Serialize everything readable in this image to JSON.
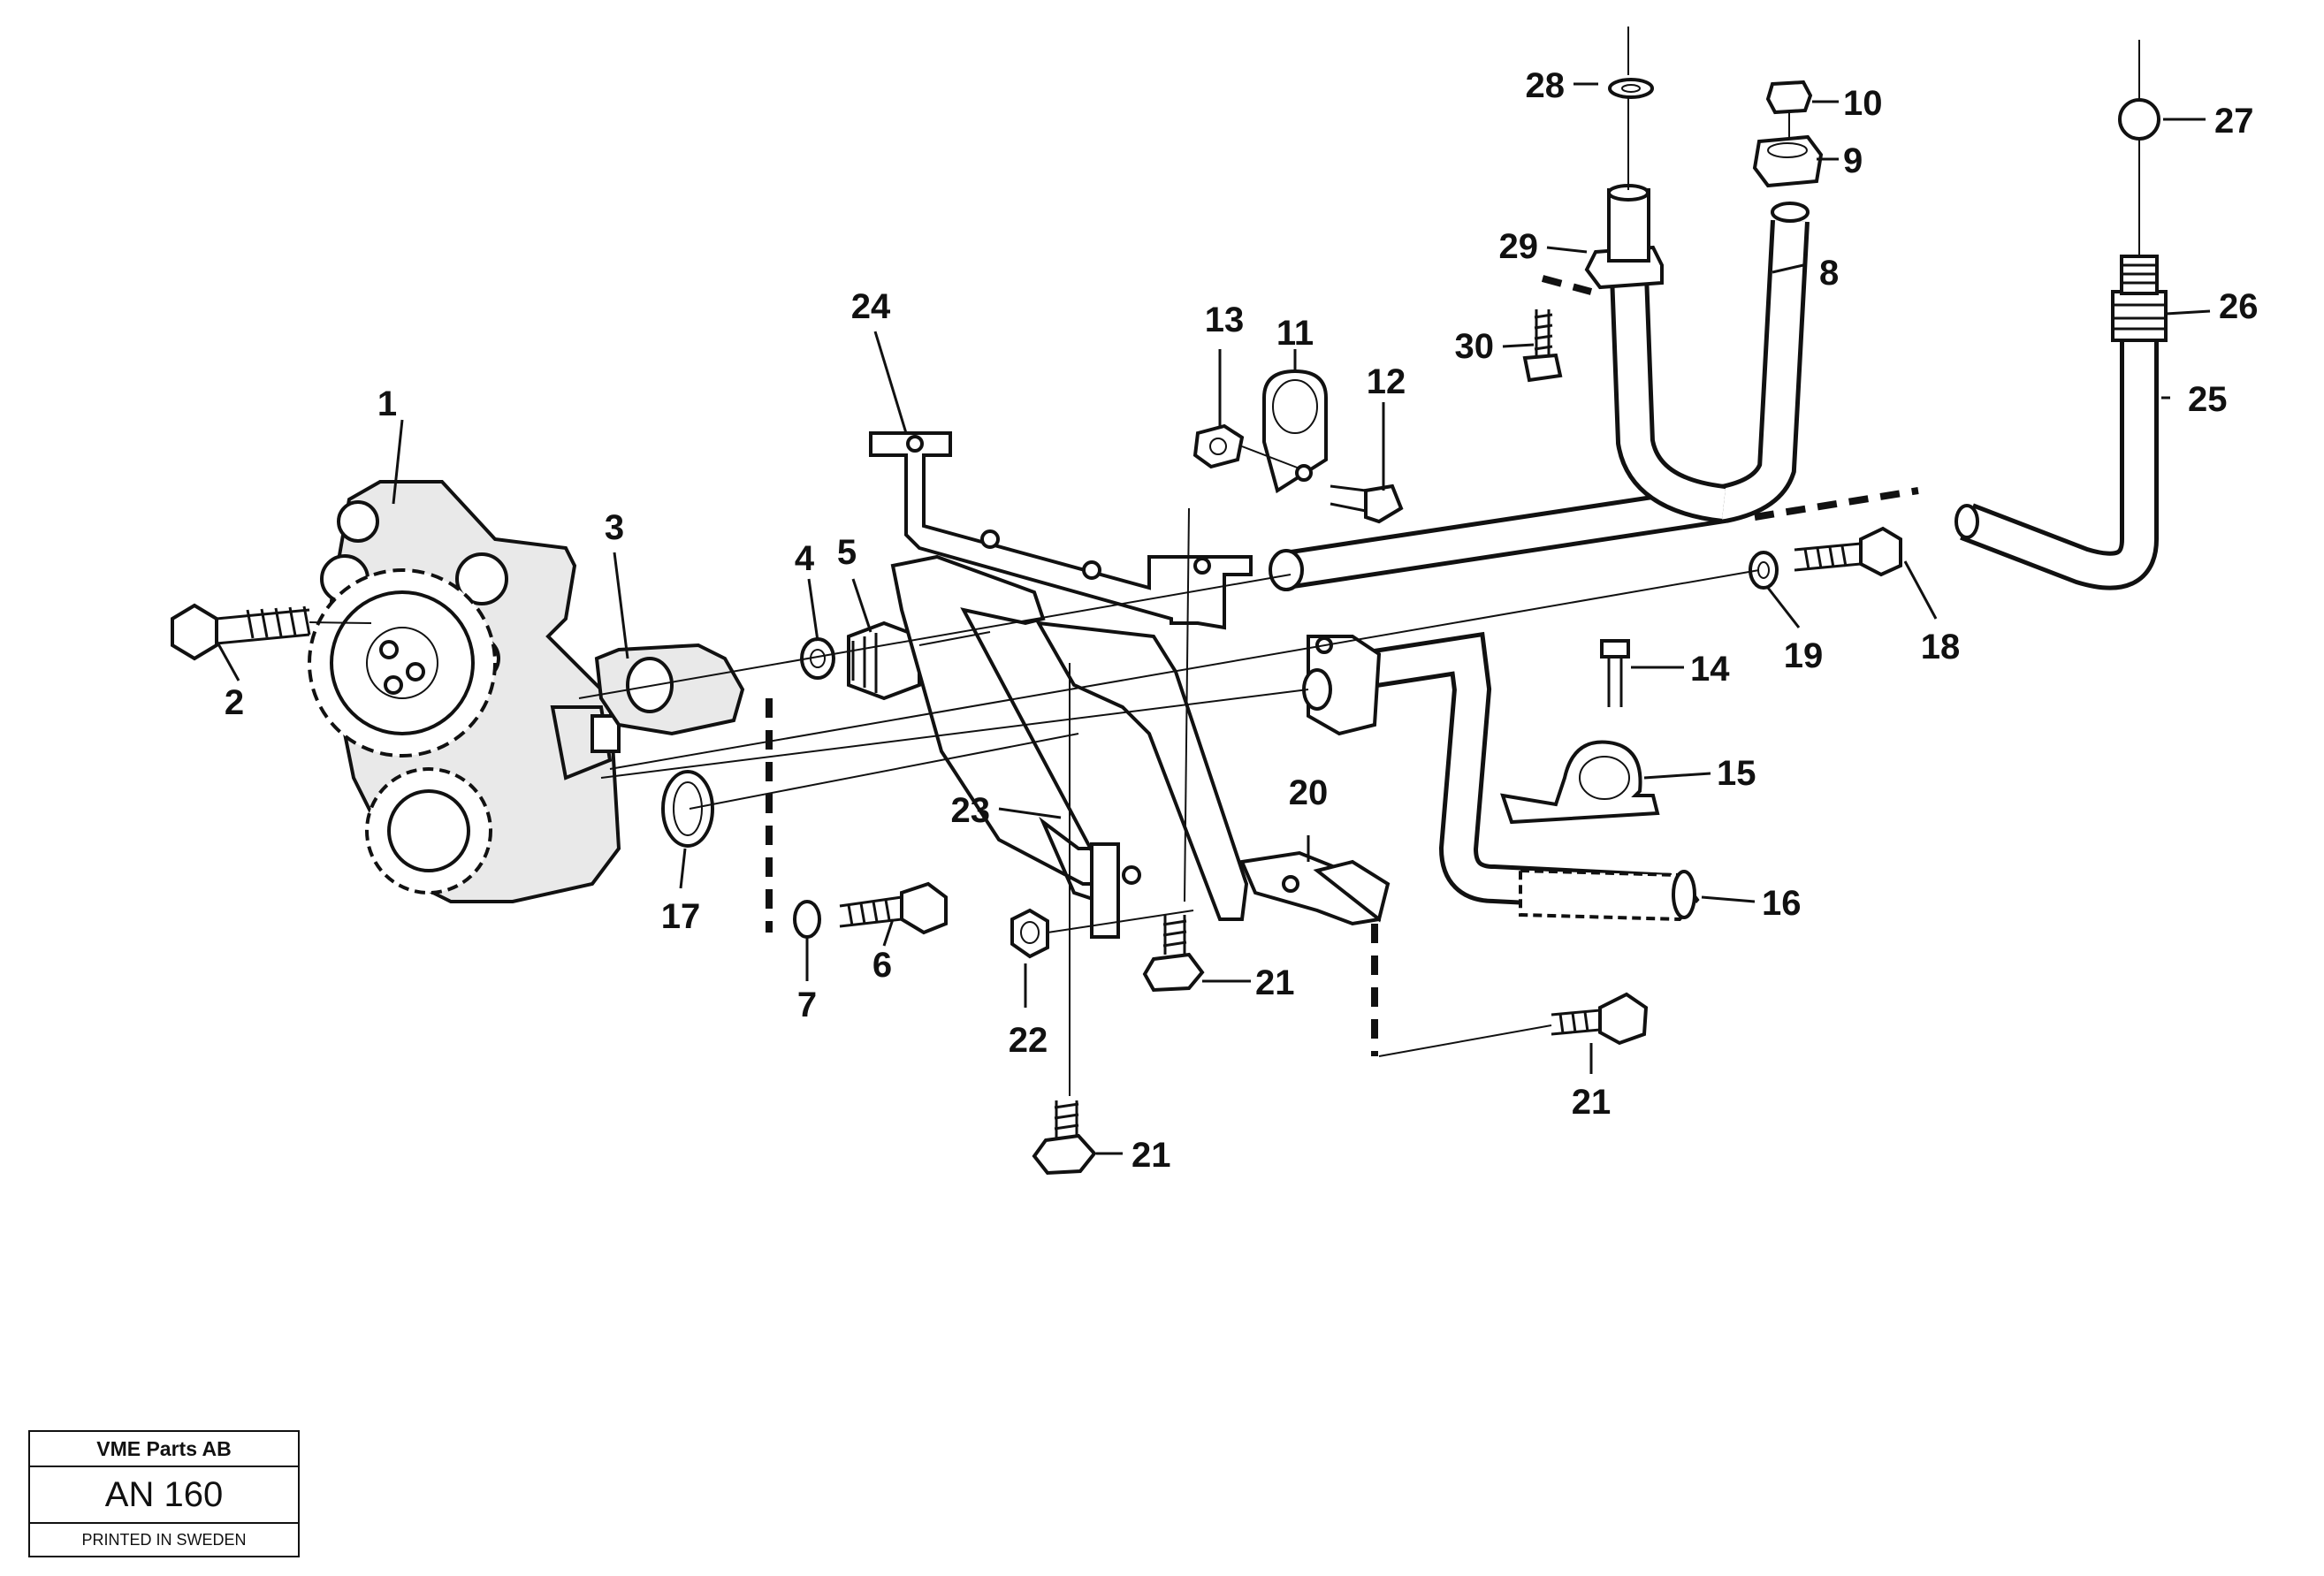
{
  "title_block": {
    "company": "VME Parts AB",
    "code": "AN 160",
    "printed": "PRINTED IN SWEDEN"
  },
  "callouts": [
    {
      "id": "callout-1",
      "label": "1"
    },
    {
      "id": "callout-2",
      "label": "2"
    },
    {
      "id": "callout-3",
      "label": "3"
    },
    {
      "id": "callout-4",
      "label": "4"
    },
    {
      "id": "callout-5",
      "label": "5"
    },
    {
      "id": "callout-6",
      "label": "6"
    },
    {
      "id": "callout-7",
      "label": "7"
    },
    {
      "id": "callout-8",
      "label": "8"
    },
    {
      "id": "callout-9",
      "label": "9"
    },
    {
      "id": "callout-10",
      "label": "10"
    },
    {
      "id": "callout-11",
      "label": "11"
    },
    {
      "id": "callout-12",
      "label": "12"
    },
    {
      "id": "callout-13",
      "label": "13"
    },
    {
      "id": "callout-14",
      "label": "14"
    },
    {
      "id": "callout-15",
      "label": "15"
    },
    {
      "id": "callout-16",
      "label": "16"
    },
    {
      "id": "callout-17",
      "label": "17"
    },
    {
      "id": "callout-18",
      "label": "18"
    },
    {
      "id": "callout-19",
      "label": "19"
    },
    {
      "id": "callout-20",
      "label": "20"
    },
    {
      "id": "callout-21a",
      "label": "21"
    },
    {
      "id": "callout-21b",
      "label": "21"
    },
    {
      "id": "callout-21c",
      "label": "21"
    },
    {
      "id": "callout-22",
      "label": "22"
    },
    {
      "id": "callout-23",
      "label": "23"
    },
    {
      "id": "callout-24",
      "label": "24"
    },
    {
      "id": "callout-25",
      "label": "25"
    },
    {
      "id": "callout-26",
      "label": "26"
    },
    {
      "id": "callout-27",
      "label": "27"
    },
    {
      "id": "callout-28",
      "label": "28"
    },
    {
      "id": "callout-29",
      "label": "29"
    },
    {
      "id": "callout-30",
      "label": "30"
    }
  ]
}
